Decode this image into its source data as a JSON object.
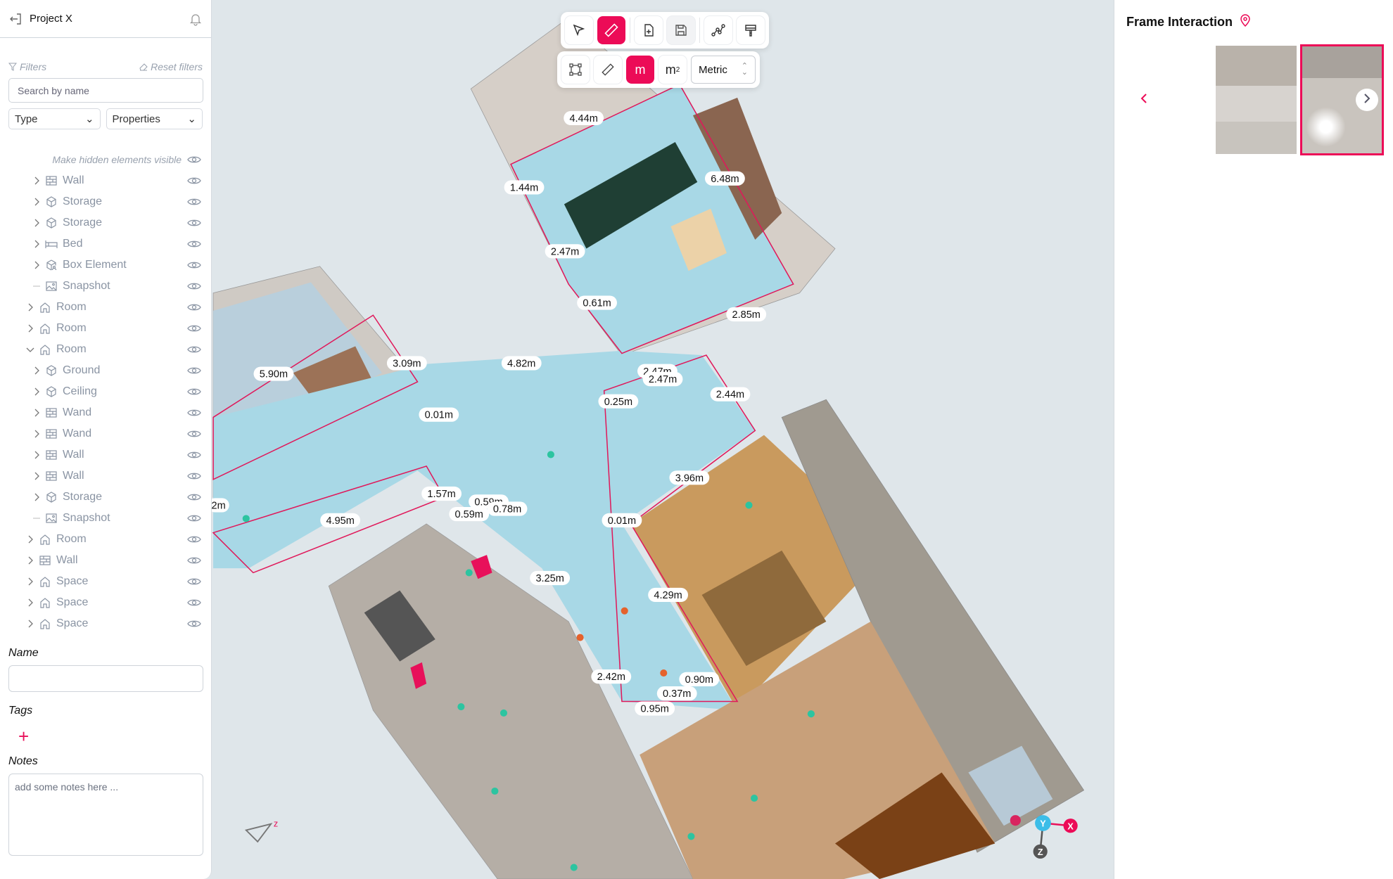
{
  "header": {
    "title": "Project X",
    "back_icon": "exit-icon",
    "bell_icon": "bell-icon"
  },
  "filters": {
    "label": "Filters",
    "reset": "Reset filters",
    "search_placeholder": "Search by name",
    "type": "Type",
    "properties": "Properties",
    "hidden_visible": "Make hidden elements visible"
  },
  "tree": [
    {
      "label": "Wall",
      "icon": "wall",
      "level": 2,
      "expand": "collapsed"
    },
    {
      "label": "Storage",
      "icon": "cube",
      "level": 2,
      "expand": "collapsed"
    },
    {
      "label": "Storage",
      "icon": "cube",
      "level": 2,
      "expand": "collapsed"
    },
    {
      "label": "Bed",
      "icon": "bed",
      "level": 2,
      "expand": "collapsed"
    },
    {
      "label": "Box Element",
      "icon": "box",
      "level": 2,
      "expand": "collapsed"
    },
    {
      "label": "Snapshot",
      "icon": "image",
      "level": 2,
      "expand": "none"
    },
    {
      "label": "Room",
      "icon": "home",
      "level": 1,
      "expand": "collapsed"
    },
    {
      "label": "Room",
      "icon": "home",
      "level": 1,
      "expand": "collapsed"
    },
    {
      "label": "Room",
      "icon": "home",
      "level": 1,
      "expand": "expanded"
    },
    {
      "label": "Ground",
      "icon": "cube",
      "level": 2,
      "expand": "collapsed"
    },
    {
      "label": "Ceiling",
      "icon": "cube",
      "level": 2,
      "expand": "collapsed"
    },
    {
      "label": "Wand",
      "icon": "wall",
      "level": 2,
      "expand": "collapsed"
    },
    {
      "label": "Wand",
      "icon": "wall",
      "level": 2,
      "expand": "collapsed"
    },
    {
      "label": "Wall",
      "icon": "wall",
      "level": 2,
      "expand": "collapsed"
    },
    {
      "label": "Wall",
      "icon": "wall",
      "level": 2,
      "expand": "collapsed"
    },
    {
      "label": "Storage",
      "icon": "cube",
      "level": 2,
      "expand": "collapsed"
    },
    {
      "label": "Snapshot",
      "icon": "image",
      "level": 2,
      "expand": "none"
    },
    {
      "label": "Room",
      "icon": "home",
      "level": 1,
      "expand": "collapsed"
    },
    {
      "label": "Wall",
      "icon": "wall",
      "level": 1,
      "expand": "collapsed"
    },
    {
      "label": "Space",
      "icon": "home",
      "level": 1,
      "expand": "collapsed"
    },
    {
      "label": "Space",
      "icon": "home",
      "level": 1,
      "expand": "collapsed"
    },
    {
      "label": "Space",
      "icon": "home",
      "level": 1,
      "expand": "collapsed"
    }
  ],
  "form": {
    "name_label": "Name",
    "name_value": "",
    "tags_label": "Tags",
    "notes_label": "Notes",
    "notes_placeholder": "add some notes here ..."
  },
  "toolbar": {
    "row1": [
      "select-tool",
      "measure-tool",
      "new-file",
      "save",
      "path-tool",
      "paint-tool"
    ],
    "row1_active": "measure-tool",
    "row2": {
      "bbox": "bounding-box",
      "ruler": "ruler",
      "m": "m",
      "m2": "m",
      "m2_sup": "2",
      "unit_system": "Metric"
    },
    "row2_active": "m"
  },
  "measurements": [
    "4.44m",
    "1.44m",
    "6.48m",
    "2.47m",
    "0.61m",
    "2.85m",
    "5.90m",
    "3.09m",
    "4.82m",
    "2.47m",
    "2.47m",
    "2.44m",
    "0.25m",
    "0.01m",
    "3.96m",
    "2m",
    "4.95m",
    "1.57m",
    "0.59m",
    "0.59m",
    "0.78m",
    "0.01m",
    "3.25m",
    "4.29m",
    "2.42m",
    "0.90m",
    "0.37m",
    "0.95m"
  ],
  "axes": {
    "x": "X",
    "y": "Y",
    "z": "Z"
  },
  "right_panel": {
    "title": "Frame Interaction",
    "pin_icon": "map-pin-icon",
    "frames": 3,
    "selected_frame": 3
  },
  "colors": {
    "accent": "#ec0b57",
    "floor": "#a8d8e6",
    "axis_y": "#3cbde8",
    "axis_z": "#555555"
  }
}
